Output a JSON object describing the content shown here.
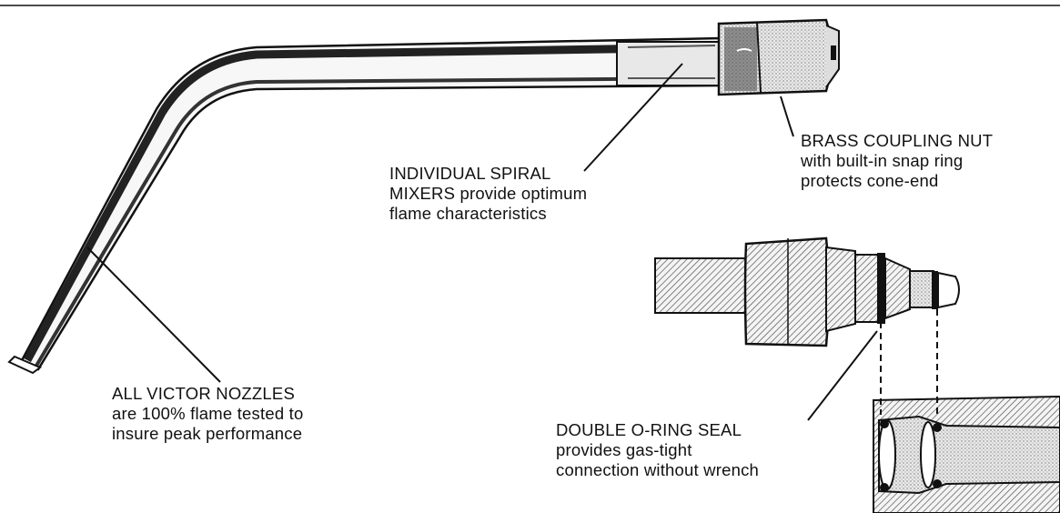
{
  "callouts": {
    "coupling_nut": {
      "lines": [
        "BRASS COUPLING NUT",
        "with built-in snap ring",
        "protects cone-end"
      ]
    },
    "spiral_mixers": {
      "lines": [
        "INDIVIDUAL SPIRAL",
        "MIXERS provide optimum",
        "flame characteristics"
      ]
    },
    "nozzles": {
      "lines": [
        "ALL VICTOR NOZZLES",
        "are 100% flame tested to",
        "insure peak performance"
      ]
    },
    "o_ring": {
      "lines": [
        "DOUBLE O-RING SEAL",
        "provides gas-tight",
        "connection without wrench"
      ]
    }
  },
  "colors": {
    "ink": "#111111",
    "hatch": "#8a8a8a",
    "background": "#ffffff"
  }
}
